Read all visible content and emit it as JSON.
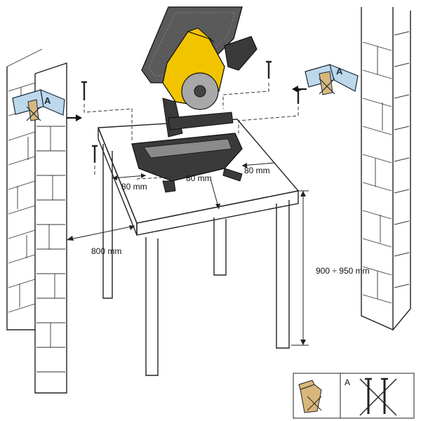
{
  "dimensions": {
    "gap_left": "80 mm",
    "gap_front": "80 mm",
    "gap_right": "80 mm",
    "table_width": "800 mm",
    "table_height": "900 ÷ 950 mm"
  },
  "manual_labels": {
    "left": "A",
    "right": "A"
  },
  "legend": {
    "key_letter": "A"
  },
  "colors": {
    "saw_yellow": "#f2c400",
    "saw_dark": "#3a3a3a",
    "manual_blue": "#bcd8ea",
    "box_tan": "#d9b77a"
  }
}
